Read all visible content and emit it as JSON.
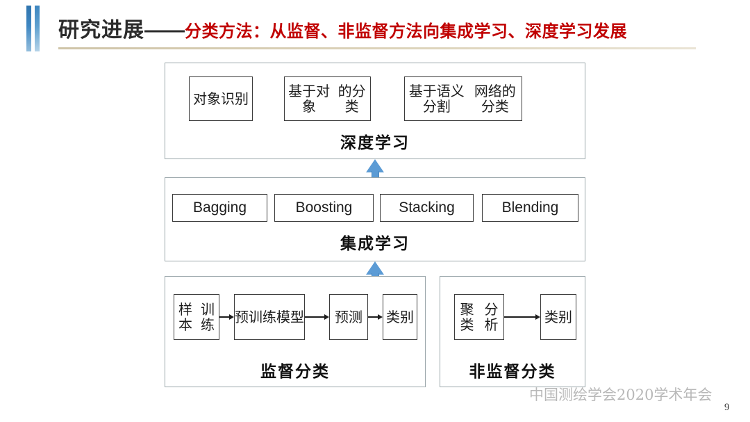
{
  "slide": {
    "title_main": "研究进展",
    "title_dash": "——",
    "title_sub": "分类方法：从监督、非监督方法向集成学习、深度学习发展",
    "watermark": "中国测绘学会2020学术年会",
    "page_number": "9",
    "accent_color": "#3f87c2",
    "title_sub_color": "#c00000",
    "arrow_color": "#5b9bd5",
    "tier_border_color": "#9aa6aa",
    "node_border_color": "#3b3b3b"
  },
  "tiers": [
    {
      "id": "deep-learning",
      "label": "深度学习",
      "nodes": [
        {
          "id": "object-recognition",
          "text": "对象\n识别",
          "lines": [
            "对象",
            "识别"
          ]
        },
        {
          "id": "object-based-classification",
          "text": "基于对象\n的分类",
          "lines": [
            "基于对象",
            "的分类"
          ]
        },
        {
          "id": "semantic-segmentation-classification",
          "text": "基于语义分割\n网络的分类",
          "lines": [
            "基于语义分割",
            "网络的分类"
          ]
        }
      ]
    },
    {
      "id": "ensemble-learning",
      "label": "集成学习",
      "nodes": [
        {
          "id": "bagging",
          "text": "Bagging"
        },
        {
          "id": "boosting",
          "text": "Boosting"
        },
        {
          "id": "stacking",
          "text": "Stacking"
        },
        {
          "id": "blending",
          "text": "Blending"
        }
      ]
    },
    {
      "id": "supervised-classification",
      "label": "监督分类",
      "nodes": [
        {
          "id": "sample-training",
          "lines": [
            "样本",
            "训练"
          ]
        },
        {
          "id": "pretrained-model",
          "lines": [
            "预训练",
            "模型"
          ]
        },
        {
          "id": "prediction",
          "lines": [
            "预",
            "测"
          ]
        },
        {
          "id": "category",
          "lines": [
            "类",
            "别"
          ]
        }
      ]
    },
    {
      "id": "unsupervised-classification",
      "label": "非监督分类",
      "nodes": [
        {
          "id": "cluster-analysis",
          "lines": [
            "聚类",
            "分析"
          ]
        },
        {
          "id": "category",
          "lines": [
            "类",
            "别"
          ]
        }
      ]
    }
  ]
}
